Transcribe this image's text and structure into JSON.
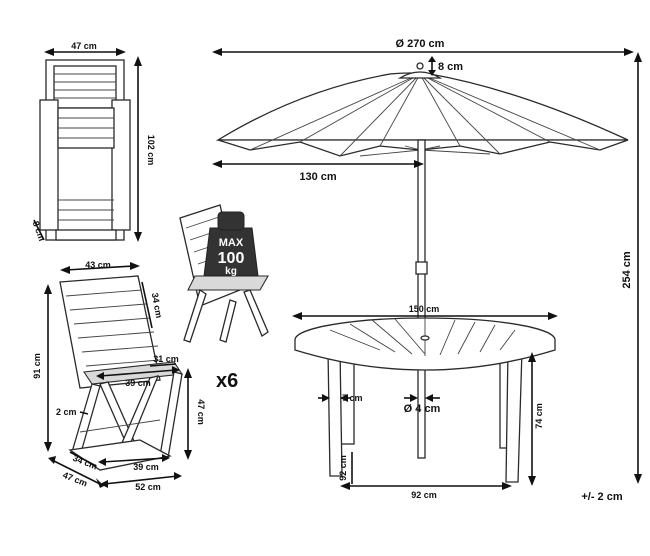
{
  "dimensions": {
    "umbrella_diameter": "Ø 270 cm",
    "umbrella_top": "8 cm",
    "umbrella_radius": "130 cm",
    "total_height": "254 cm",
    "table_diameter": "150 cm",
    "table_leg": "7 cm",
    "pole_hole": "Ø 4 cm",
    "table_height": "74 cm",
    "table_feet_spacing": "92 cm",
    "table_foot_depth": "92 cm",
    "folded_width": "47 cm",
    "folded_height": "102 cm",
    "folded_depth": "8 cm",
    "chair_back_width": "43 cm",
    "chair_back_height": "34 cm",
    "chair_height": "91 cm",
    "seat_depth_top": "31 cm",
    "seat_width": "39 cm",
    "seat_height": "47 cm",
    "armrest_gap": "2 cm",
    "base_depth": "34 cm",
    "base_width": "39 cm",
    "foot_depth": "47 cm",
    "foot_width": "52 cm",
    "tolerance": "+/- 2 cm"
  },
  "badge": {
    "line1": "MAX",
    "line2": "100",
    "line3": "kg"
  },
  "quantity": "x6",
  "colors": {
    "ink": "#111111",
    "shade": "#d9d9d9",
    "background": "#ffffff"
  }
}
